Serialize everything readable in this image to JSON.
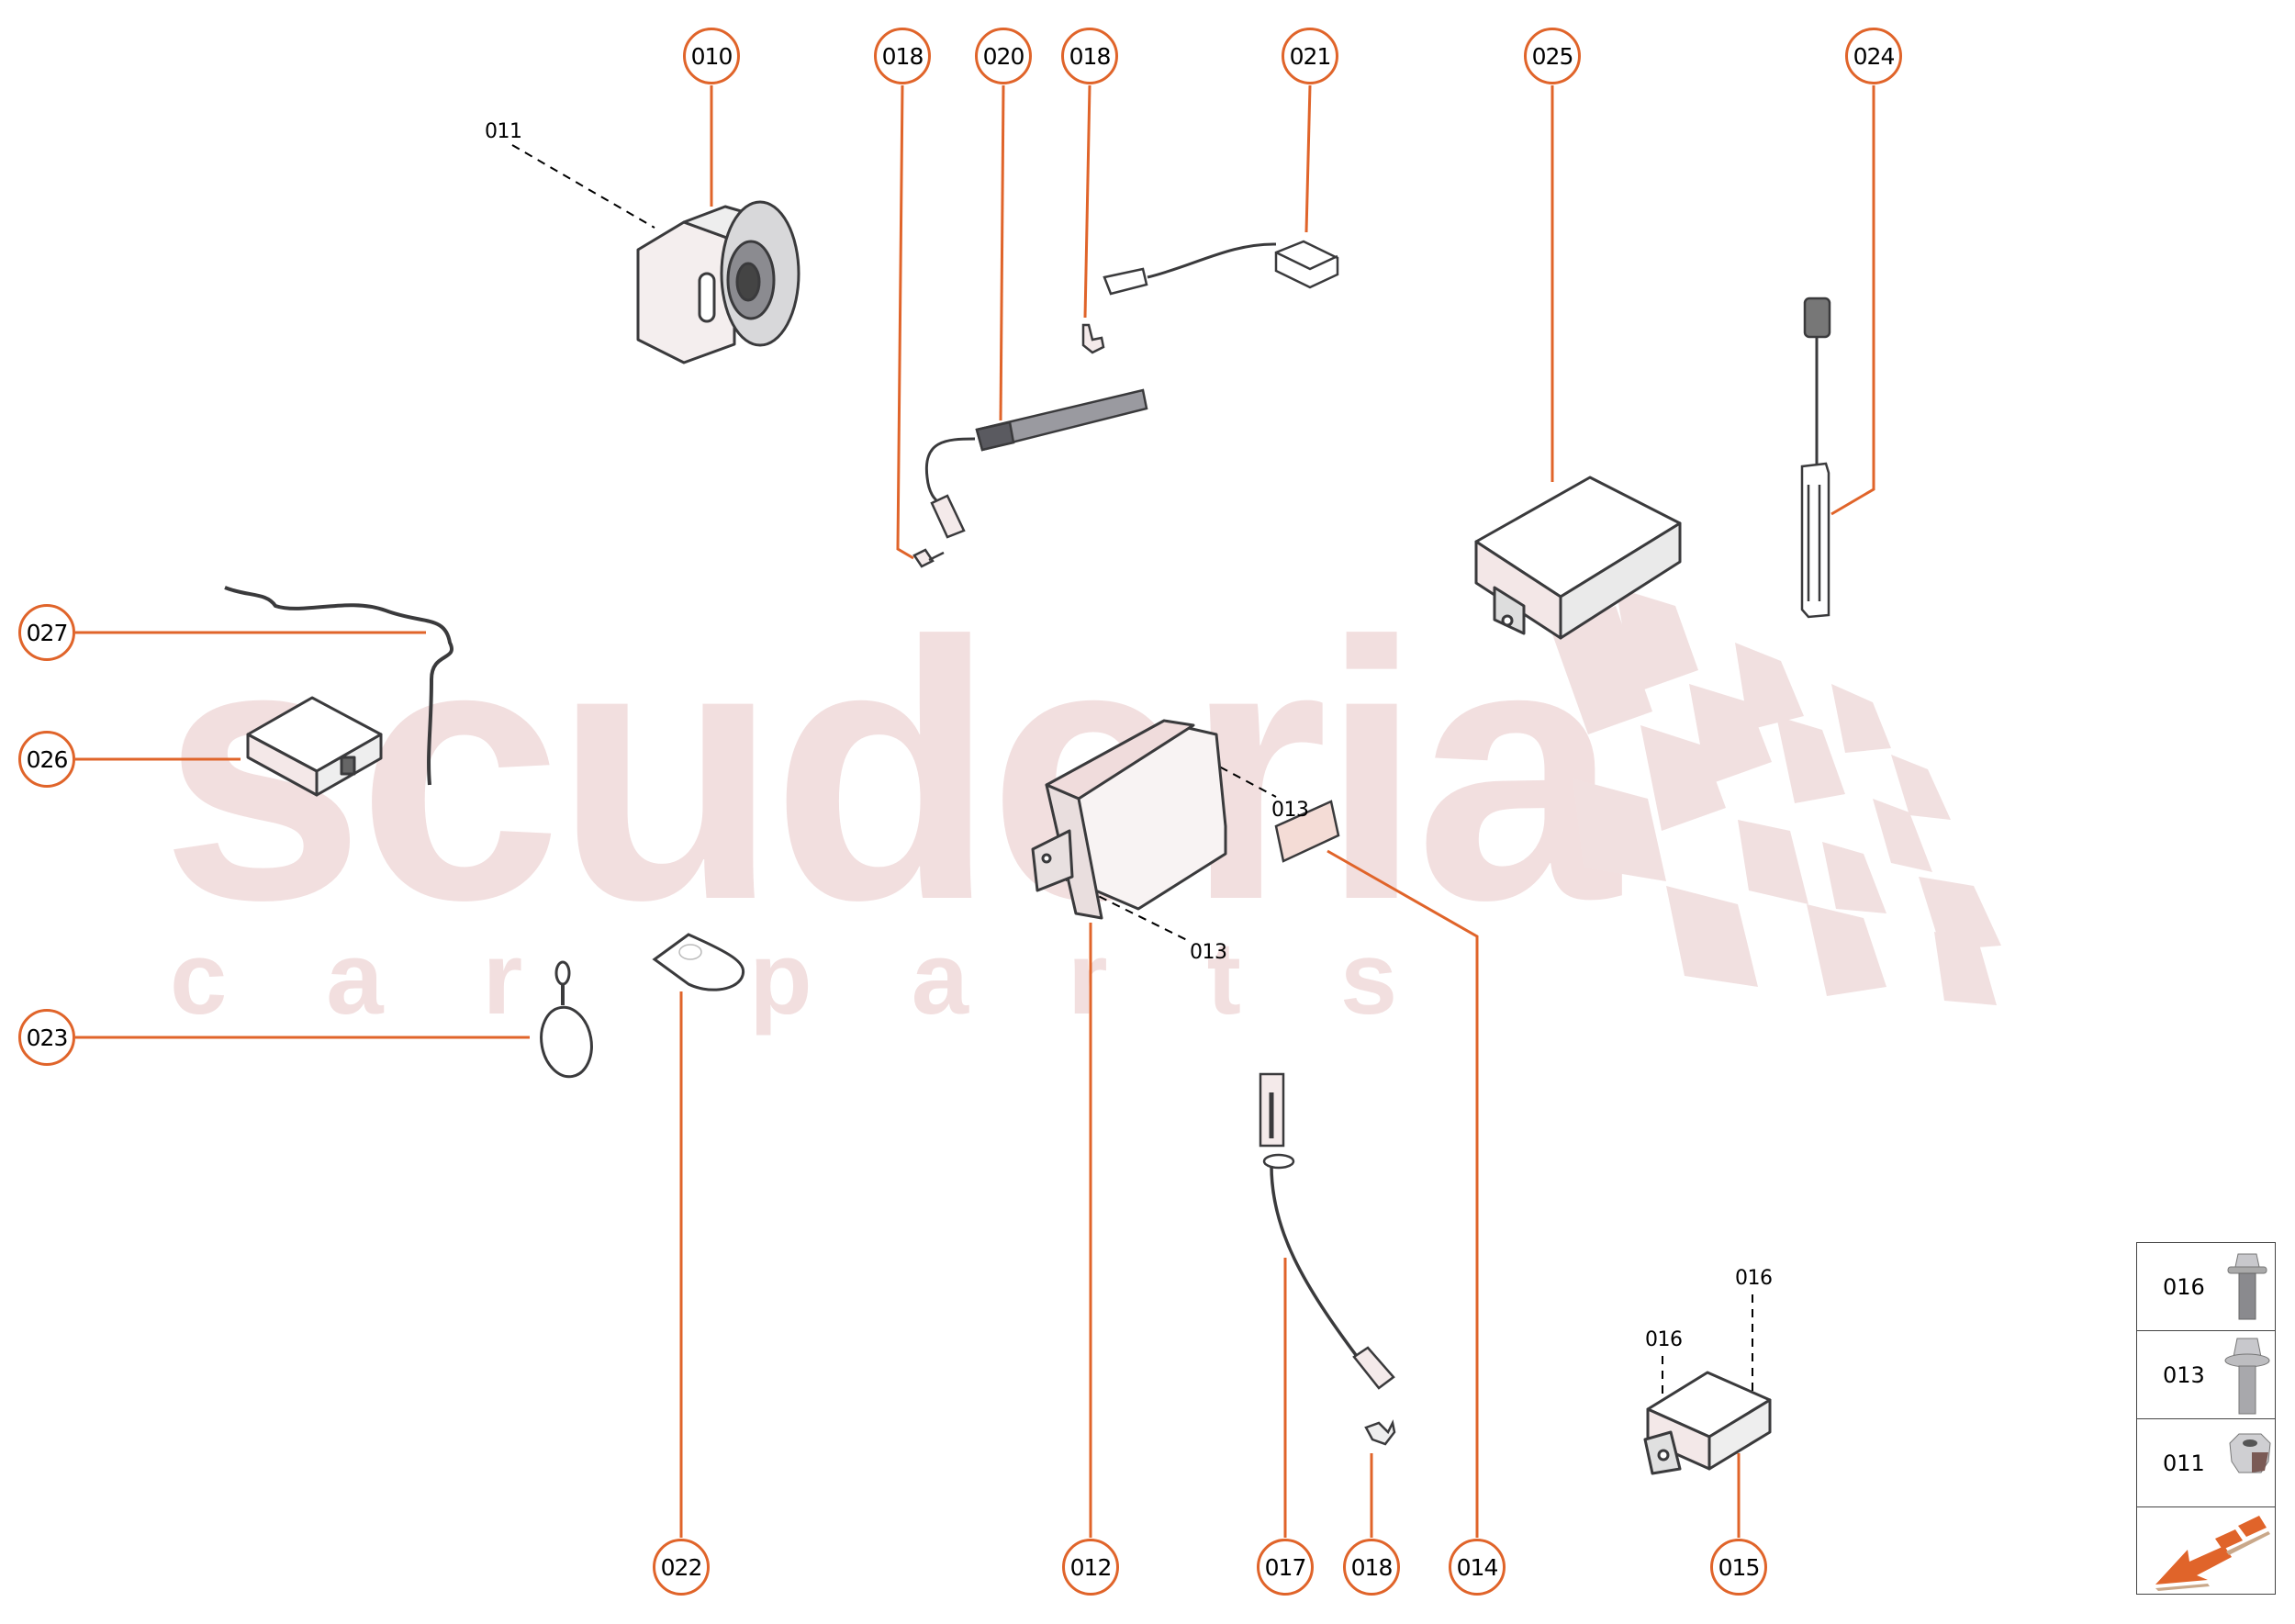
{
  "watermark": {
    "brand": "scuderia",
    "tagline": "car parts",
    "color": "#f2dfdf"
  },
  "colors": {
    "accent": "#e0642a",
    "line_dark": "#3a3a3c",
    "background": "#ffffff"
  },
  "callouts_top": [
    {
      "id": "010",
      "label": "010"
    },
    {
      "id": "018a",
      "label": "018"
    },
    {
      "id": "020",
      "label": "020"
    },
    {
      "id": "018b",
      "label": "018"
    },
    {
      "id": "021",
      "label": "021"
    },
    {
      "id": "025",
      "label": "025"
    },
    {
      "id": "024",
      "label": "024"
    }
  ],
  "callouts_left": [
    {
      "id": "027",
      "label": "027"
    },
    {
      "id": "026",
      "label": "026"
    },
    {
      "id": "023",
      "label": "023"
    }
  ],
  "callouts_bottom": [
    {
      "id": "022",
      "label": "022"
    },
    {
      "id": "012",
      "label": "012"
    },
    {
      "id": "017",
      "label": "017"
    },
    {
      "id": "018c",
      "label": "018"
    },
    {
      "id": "014",
      "label": "014"
    },
    {
      "id": "015",
      "label": "015"
    }
  ],
  "sub_labels": [
    {
      "id": "011-siren",
      "label": "011"
    },
    {
      "id": "013-upper",
      "label": "013"
    },
    {
      "id": "013-lower",
      "label": "013"
    },
    {
      "id": "016-upper",
      "label": "016"
    },
    {
      "id": "016-lower",
      "label": "016"
    }
  ],
  "legend": {
    "rows": [
      {
        "label": "016",
        "icon": "flange-bolt-short-icon"
      },
      {
        "label": "013",
        "icon": "flange-bolt-long-icon"
      },
      {
        "label": "011",
        "icon": "flange-nut-icon"
      }
    ],
    "footer_icon": "direction-arrow-icon"
  }
}
